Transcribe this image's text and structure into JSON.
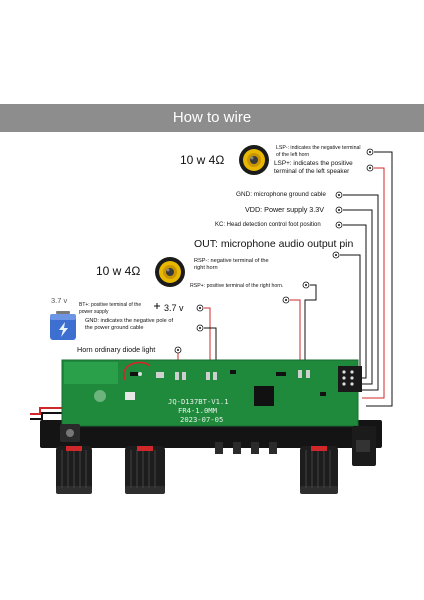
{
  "banner": {
    "title": "How to wire"
  },
  "speakers": [
    {
      "power_label": "10 w 4Ω"
    },
    {
      "power_label": "10 w 4Ω"
    }
  ],
  "labels": {
    "lsp_minus": [
      "LSP-: indicates the negative terminal",
      "of the left horn"
    ],
    "lsp_plus": [
      "LSP+: indicates the positive",
      "terminal of the left speaker"
    ],
    "gnd_mic": "GND: microphone ground cable",
    "vdd": "VDD: Power supply 3.3V",
    "kc": "KC: Head detection control foot position",
    "out_mic": "OUT: microphone audio output pin",
    "rsp_minus": [
      "RSP-: negative terminal of the",
      "right horn"
    ],
    "rsp_plus": "RSP+: positive terminal of the right horn.",
    "bt_plus": [
      "BT+: positive terminal of the",
      "power supply"
    ],
    "gnd_power": [
      "GND: indicates the negative pole of",
      "the power ground cable"
    ],
    "horn_diode": "Horn ordinary diode light"
  },
  "battery": {
    "voltage_label": "3.7 v"
  },
  "supply": {
    "voltage_label": "3.7 v"
  },
  "pcb": {
    "silk": [
      "JQ-D137BT-V1.1",
      "FR4-1.0MM",
      "2023-07-05"
    ]
  },
  "colors": {
    "banner": "#8d8d8d",
    "pcb": "#1f8a3c",
    "wire_red": "#d0282a",
    "wire_black": "#111111"
  }
}
